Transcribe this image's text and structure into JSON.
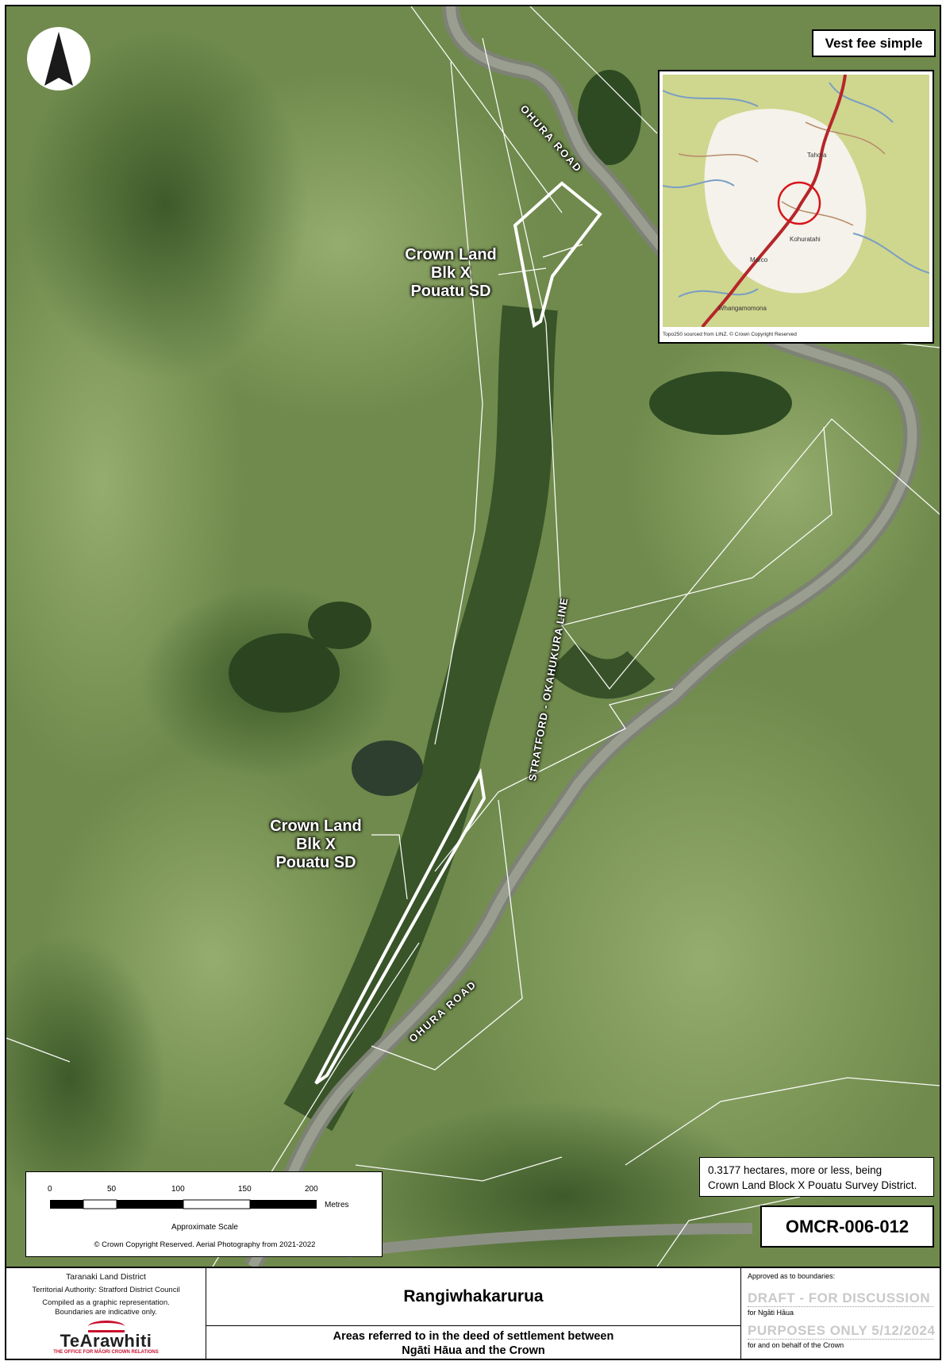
{
  "map": {
    "legend_title": "Vest fee simple",
    "parcel_labels": [
      {
        "lines": [
          "Crown Land",
          "Blk X",
          "Pouatu SD"
        ]
      },
      {
        "lines": [
          "Crown Land",
          "Blk X",
          "Pouatu SD"
        ]
      }
    ],
    "road_labels": [
      "OHURA ROAD",
      "OHURA ROAD"
    ],
    "line_label": "STRATFORD - OKAHUKURA LINE",
    "inset_map": {
      "place_labels": [
        "Tahora",
        "Kohuratahi",
        "Marco",
        "Whangamomona"
      ],
      "credit": "Topo250 sourced from LINZ. © Crown Copyright Reserved"
    },
    "area_note": [
      "0.3177 hectares, more or less, being",
      "Crown Land Block X Pouatu Survey District."
    ],
    "map_id": "OMCR-006-012",
    "scale": {
      "ticks": [
        "0",
        "50",
        "100",
        "150",
        "200"
      ],
      "unit": "Metres",
      "caption": "Approximate Scale",
      "copyright": "© Crown Copyright Reserved. Aerial Photography from 2021-2022"
    }
  },
  "footer": {
    "land_district": "Taranaki Land District",
    "authority": "Territorial Authority: Stratford District Council",
    "note1": "Compiled as a graphic representation.",
    "note2": "Boundaries are indicative only.",
    "logo_text": "TeArawhiti",
    "logo_sub": "THE OFFICE FOR MĀORI CROWN RELATIONS",
    "title": "Rangiwhakarurua",
    "subtitle_line1": "Areas referred to in the deed of settlement between",
    "subtitle_line2": "Ngāti Hāua and the Crown",
    "approval": {
      "heading": "Approved as to boundaries:",
      "watermark1": "DRAFT - FOR DISCUSSION",
      "party1": "for Ngāti Hāua",
      "watermark2": "PURPOSES ONLY 5/12/2024",
      "party2": "for and on behalf of the Crown"
    }
  }
}
